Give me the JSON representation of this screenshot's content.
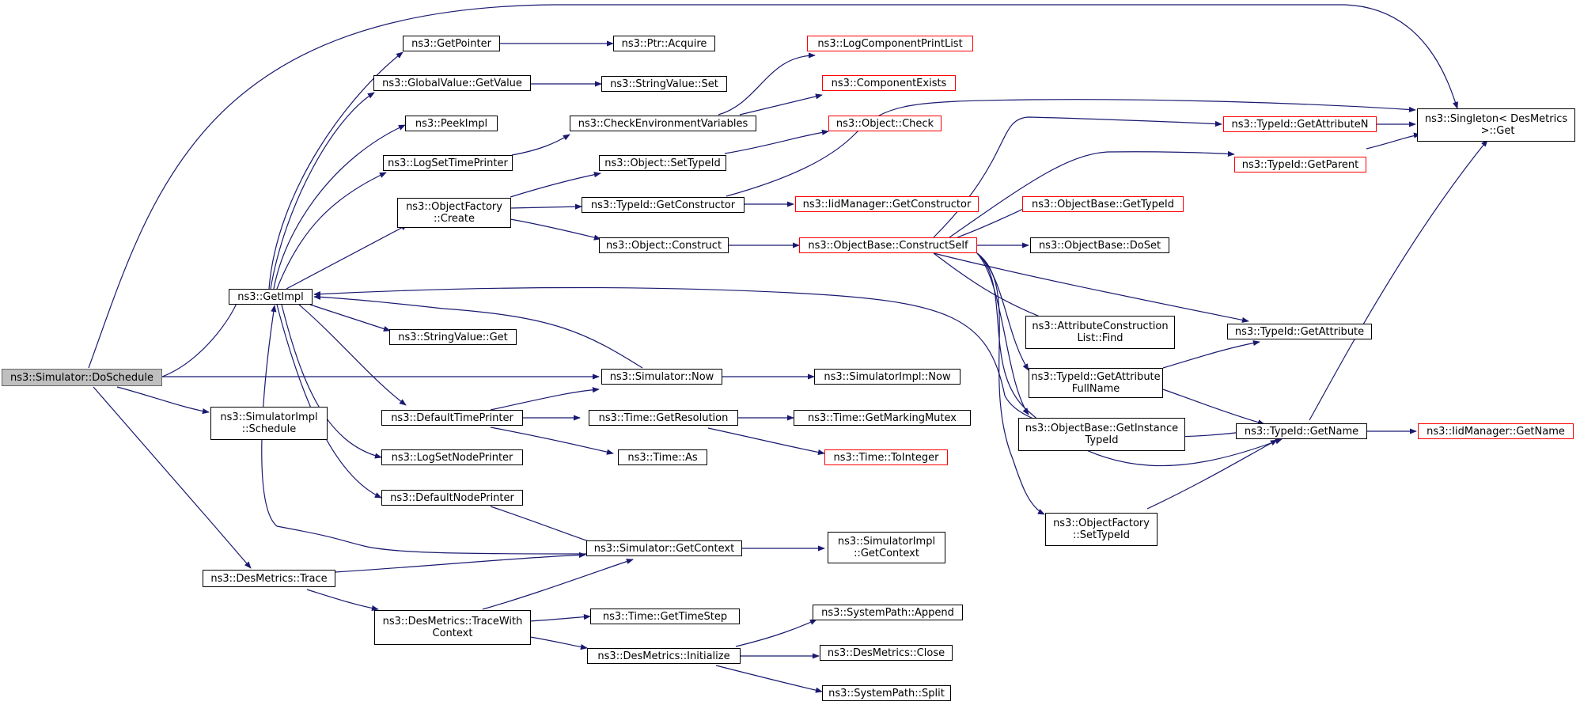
{
  "colors": {
    "edge": "#191970",
    "border": "#000000",
    "missing": "#ff0000",
    "root_fill": "#bfbfbf"
  },
  "nodes": [
    {
      "id": "n0",
      "label": "ns3::Simulator::DoSchedule",
      "style": "root"
    },
    {
      "id": "n1",
      "label": "ns3::GetImpl",
      "style": "normal"
    },
    {
      "id": "n2",
      "label": "ns3::SimulatorImpl\n::Schedule",
      "style": "normal"
    },
    {
      "id": "n3",
      "label": "ns3::DesMetrics::Trace",
      "style": "normal"
    },
    {
      "id": "n4",
      "label": "ns3::GetPointer",
      "style": "normal"
    },
    {
      "id": "n5",
      "label": "ns3::GlobalValue::GetValue",
      "style": "normal"
    },
    {
      "id": "n6",
      "label": "ns3::PeekImpl",
      "style": "normal"
    },
    {
      "id": "n7",
      "label": "ns3::LogSetTimePrinter",
      "style": "normal"
    },
    {
      "id": "n8",
      "label": "ns3::ObjectFactory\n::Create",
      "style": "normal"
    },
    {
      "id": "n9",
      "label": "ns3::StringValue::Get",
      "style": "normal"
    },
    {
      "id": "n10",
      "label": "ns3::DefaultTimePrinter",
      "style": "normal"
    },
    {
      "id": "n11",
      "label": "ns3::LogSetNodePrinter",
      "style": "normal"
    },
    {
      "id": "n12",
      "label": "ns3::DefaultNodePrinter",
      "style": "normal"
    },
    {
      "id": "n13",
      "label": "ns3::DesMetrics::TraceWith\nContext",
      "style": "normal"
    },
    {
      "id": "n14",
      "label": "ns3::Ptr::Acquire",
      "style": "normal"
    },
    {
      "id": "n15",
      "label": "ns3::StringValue::Set",
      "style": "normal"
    },
    {
      "id": "n16",
      "label": "ns3::CheckEnvironmentVariables",
      "style": "normal"
    },
    {
      "id": "n17",
      "label": "ns3::Object::SetTypeId",
      "style": "normal"
    },
    {
      "id": "n18",
      "label": "ns3::TypeId::GetConstructor",
      "style": "normal"
    },
    {
      "id": "n19",
      "label": "ns3::Object::Construct",
      "style": "normal"
    },
    {
      "id": "n20",
      "label": "ns3::Simulator::Now",
      "style": "normal"
    },
    {
      "id": "n21",
      "label": "ns3::Time::GetResolution",
      "style": "normal"
    },
    {
      "id": "n22",
      "label": "ns3::Time::As",
      "style": "normal"
    },
    {
      "id": "n23",
      "label": "ns3::Simulator::GetContext",
      "style": "normal"
    },
    {
      "id": "n24",
      "label": "ns3::Time::GetTimeStep",
      "style": "normal"
    },
    {
      "id": "n25",
      "label": "ns3::DesMetrics::Initialize",
      "style": "normal"
    },
    {
      "id": "n26",
      "label": "ns3::LogComponentPrintList",
      "style": "missing"
    },
    {
      "id": "n27",
      "label": "ns3::ComponentExists",
      "style": "missing"
    },
    {
      "id": "n28",
      "label": "ns3::Object::Check",
      "style": "missing"
    },
    {
      "id": "n29",
      "label": "ns3::IidManager::GetConstructor",
      "style": "missing"
    },
    {
      "id": "n30",
      "label": "ns3::ObjectBase::ConstructSelf",
      "style": "missing"
    },
    {
      "id": "n31",
      "label": "ns3::SimulatorImpl::Now",
      "style": "normal"
    },
    {
      "id": "n32",
      "label": "ns3::Time::GetMarkingMutex",
      "style": "normal"
    },
    {
      "id": "n33",
      "label": "ns3::Time::ToInteger",
      "style": "missing"
    },
    {
      "id": "n34",
      "label": "ns3::SimulatorImpl\n::GetContext",
      "style": "normal"
    },
    {
      "id": "n35",
      "label": "ns3::SystemPath::Append",
      "style": "normal"
    },
    {
      "id": "n36",
      "label": "ns3::DesMetrics::Close",
      "style": "normal"
    },
    {
      "id": "n37",
      "label": "ns3::SystemPath::Split",
      "style": "normal"
    },
    {
      "id": "n38",
      "label": "ns3::TypeId::GetAttributeN",
      "style": "missing"
    },
    {
      "id": "n39",
      "label": "ns3::TypeId::GetParent",
      "style": "missing"
    },
    {
      "id": "n40",
      "label": "ns3::ObjectBase::GetTypeId",
      "style": "missing"
    },
    {
      "id": "n41",
      "label": "ns3::ObjectBase::DoSet",
      "style": "normal"
    },
    {
      "id": "n42",
      "label": "ns3::AttributeConstruction\nList::Find",
      "style": "normal"
    },
    {
      "id": "n43",
      "label": "ns3::TypeId::GetAttribute\nFullName",
      "style": "normal"
    },
    {
      "id": "n44",
      "label": "ns3::ObjectBase::GetInstance\nTypeId",
      "style": "normal"
    },
    {
      "id": "n45",
      "label": "ns3::ObjectFactory\n::SetTypeId",
      "style": "normal"
    },
    {
      "id": "n46",
      "label": "ns3::Singleton< DesMetrics\n >::Get",
      "style": "normal"
    },
    {
      "id": "n47",
      "label": "ns3::TypeId::GetAttribute",
      "style": "normal"
    },
    {
      "id": "n48",
      "label": "ns3::TypeId::GetName",
      "style": "normal"
    },
    {
      "id": "n49",
      "label": "ns3::IidManager::GetName",
      "style": "missing"
    }
  ]
}
